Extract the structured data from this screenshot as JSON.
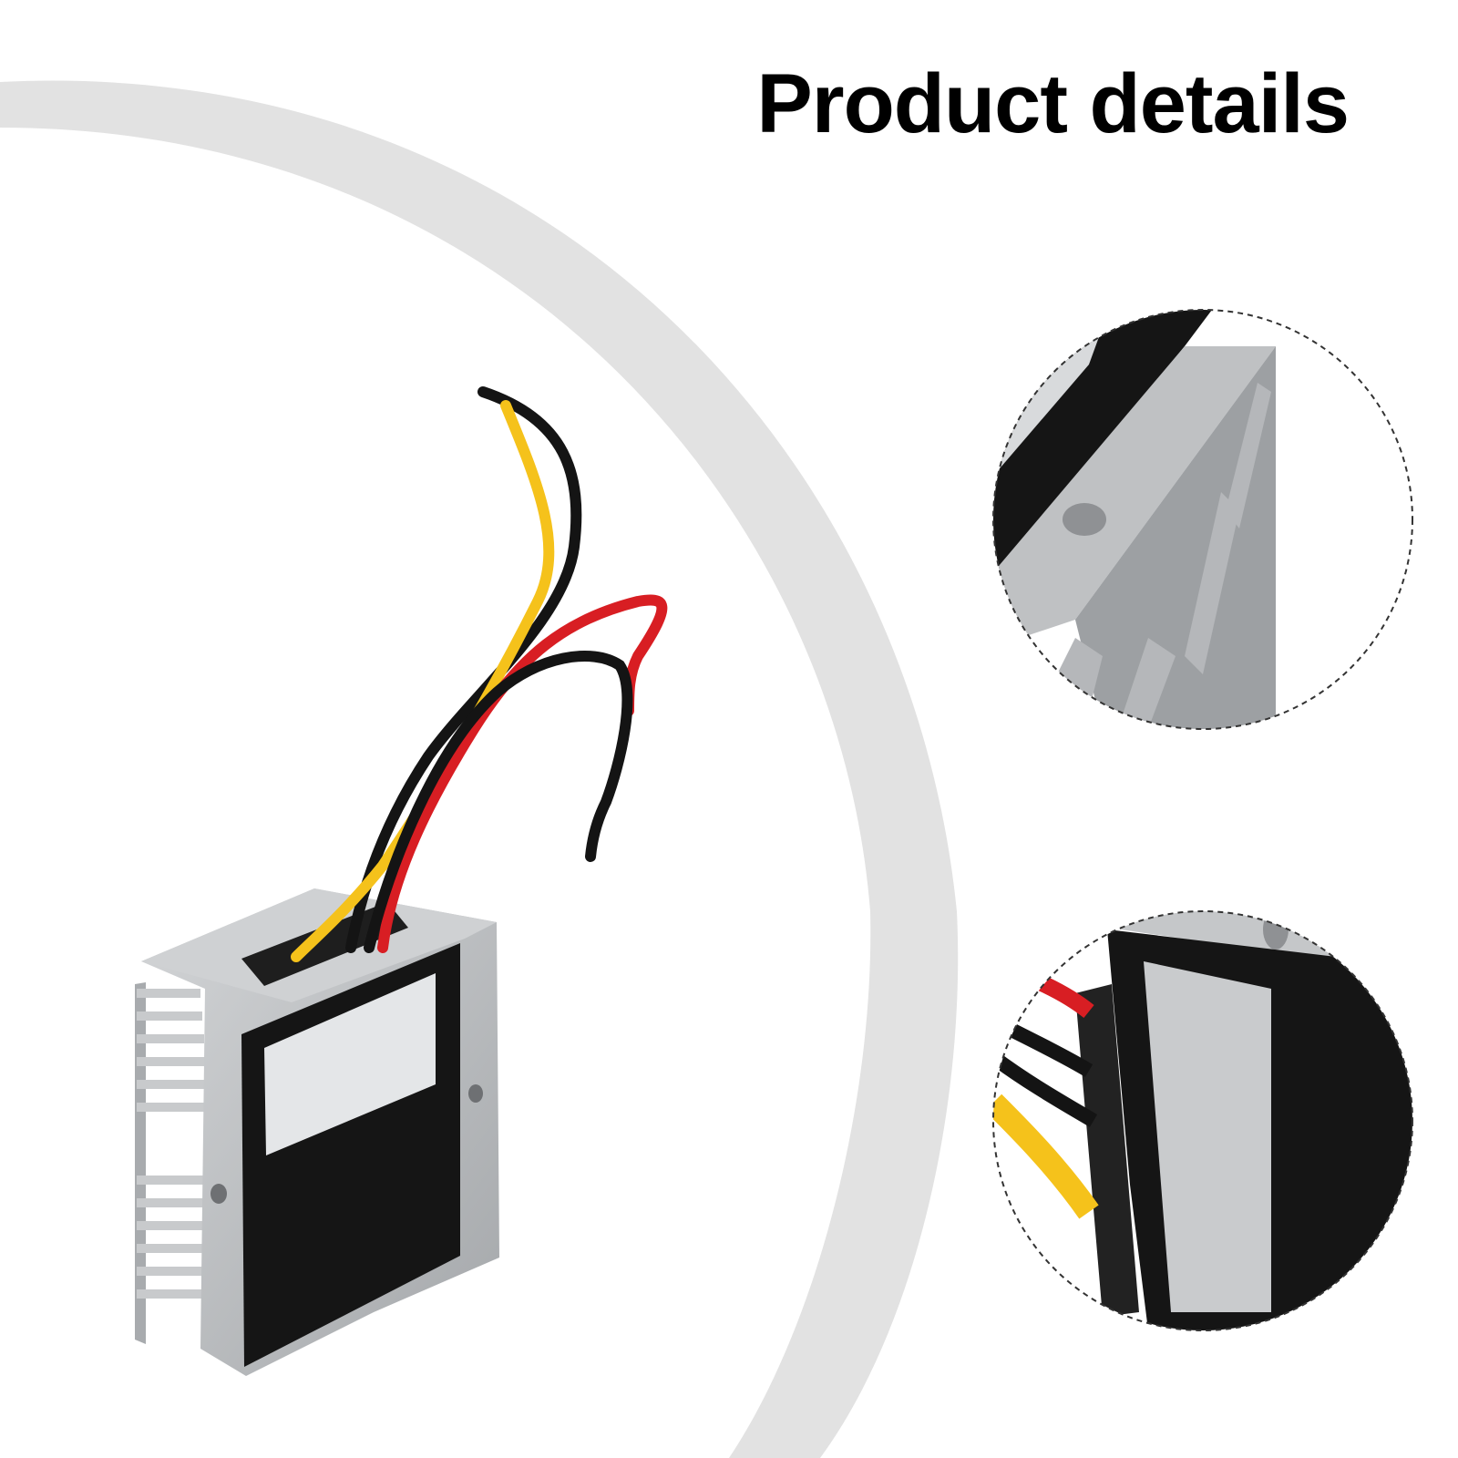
{
  "header": {
    "title": "Product details"
  },
  "colors": {
    "background": "#ffffff",
    "arc": "#e2e2e2",
    "housing": "#bfc1c3",
    "housing_dark": "#8f9194",
    "face": "#151515",
    "label": "#e4e6e8",
    "wire_black": "#141414",
    "wire_yellow": "#f5c21b",
    "wire_red": "#d81e23"
  },
  "product": {
    "wires": [
      "black",
      "yellow",
      "red",
      "black"
    ]
  }
}
